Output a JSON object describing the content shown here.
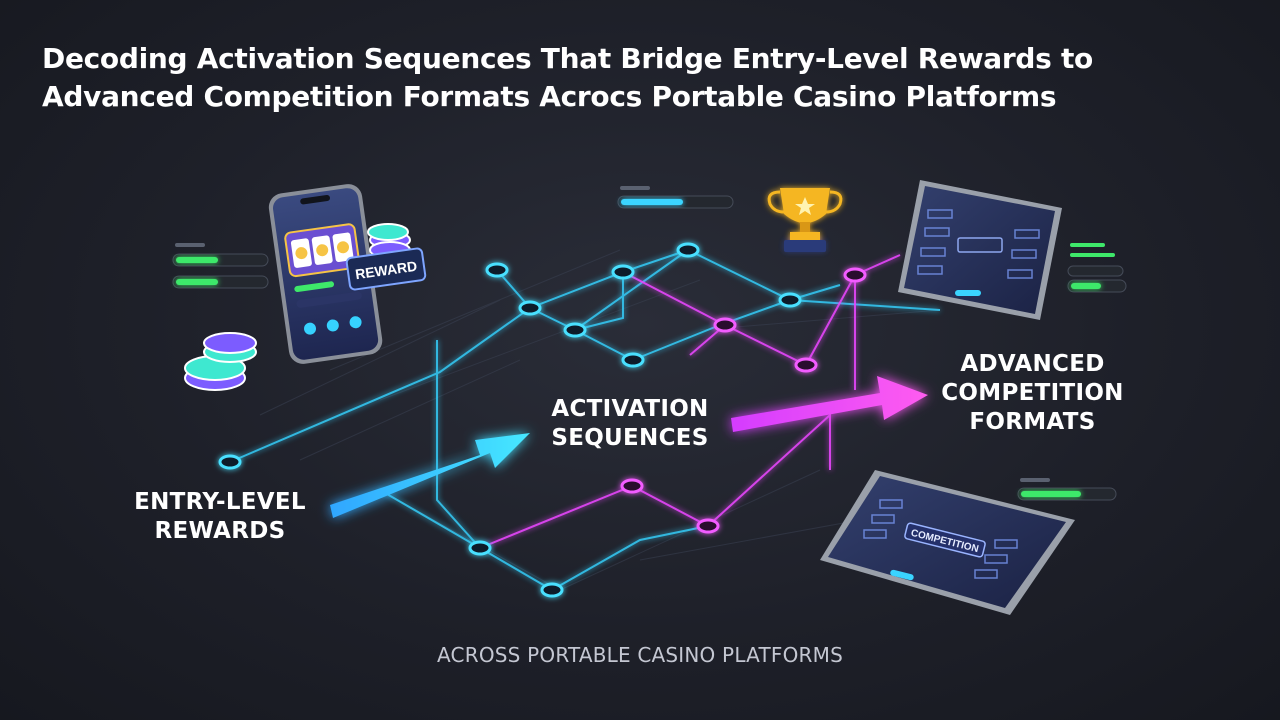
{
  "title": {
    "line1": "Decoding Activation Sequences That Bridge Entry-Level Rewards to",
    "line2": "Advanced Competition Formats Acrocs Portable Casino Platforms"
  },
  "stages": {
    "entry": {
      "line1": "ENTRY-LEVEL",
      "line2": "REWARDS"
    },
    "activation": {
      "line1": "ACTIVATION",
      "line2": "SEQUENCES"
    },
    "advanced": {
      "line1": "ADVANCED",
      "line2": "COMPETITION",
      "line3": "FORMATS"
    }
  },
  "badges": {
    "reward": "REWARD",
    "competition": "COMPETITION"
  },
  "footer": "ACROSS PORTABLE CASINO PLATFORMS",
  "colors": {
    "cyan": "#38d8ff",
    "magenta": "#f04cff",
    "green": "#3ee86a",
    "background": "#1e2029"
  },
  "icons": [
    "smartphone-icon",
    "trophy-icon",
    "tablet-icon",
    "poker-chip-icon",
    "slot-machine-icon"
  ]
}
